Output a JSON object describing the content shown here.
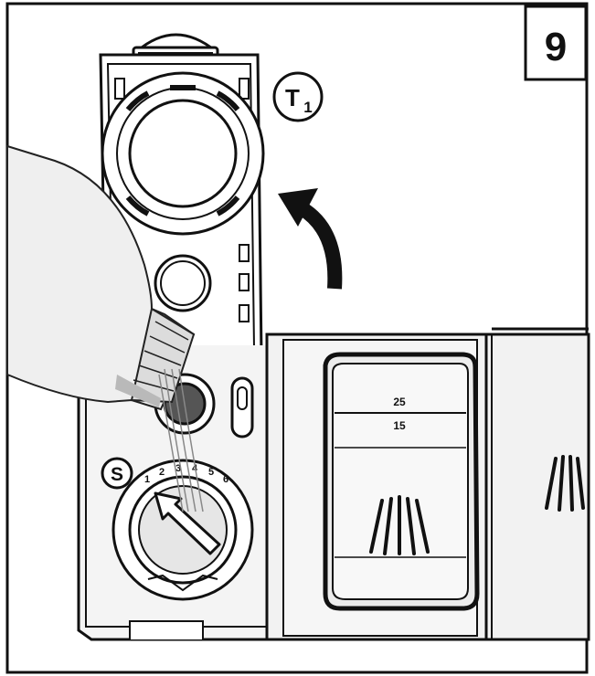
{
  "step_number": "9",
  "callouts": {
    "lid_label_main": "T",
    "lid_label_sub": "1",
    "selector_label": "S"
  },
  "dispenser": {
    "fill_mark_upper": "25",
    "fill_mark_lower": "15"
  },
  "selector_dial": {
    "settings": [
      "1",
      "2",
      "3",
      "4",
      "5",
      "6"
    ]
  }
}
